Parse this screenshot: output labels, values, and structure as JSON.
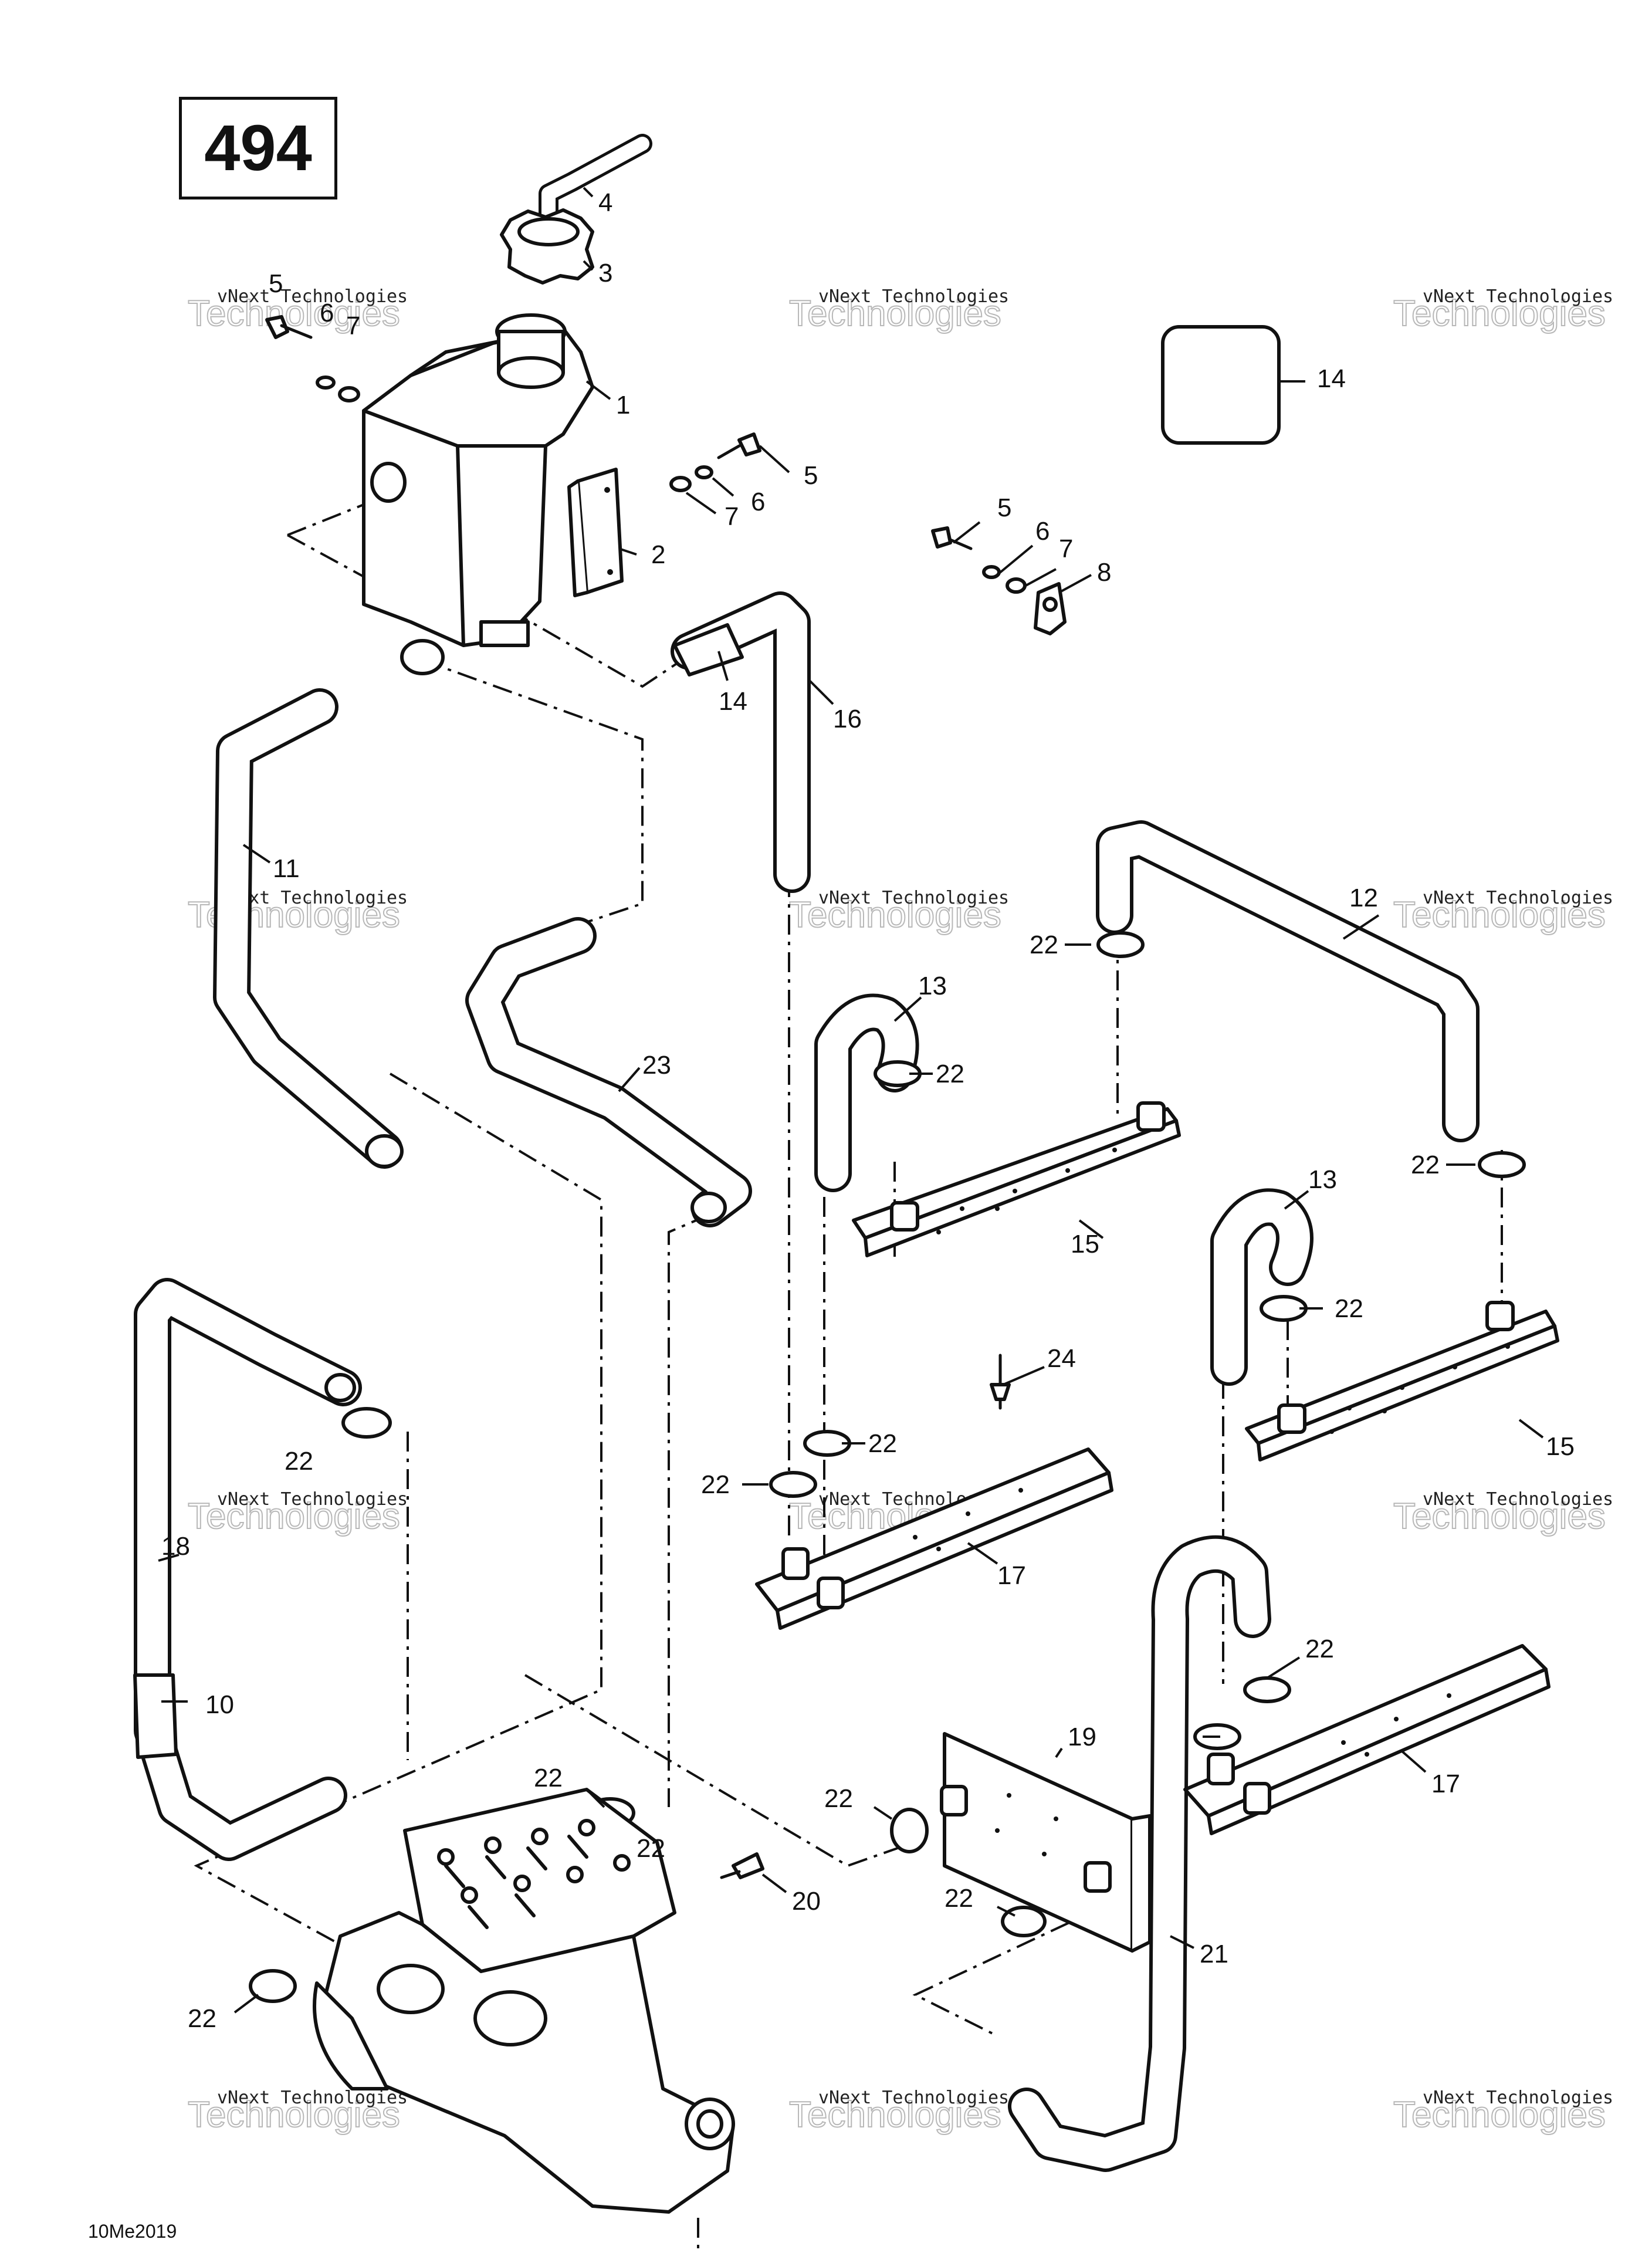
{
  "diagram_number": "494",
  "footer_code": "10Me2019",
  "watermark": {
    "line1": "vNext Technologies",
    "line2": "Technologies",
    "line3": "vNext"
  },
  "callouts": {
    "c1": "1",
    "c2": "2",
    "c3": "3",
    "c4": "4",
    "c5a": "5",
    "c5b": "5",
    "c5c": "5",
    "c6a": "6",
    "c6b": "6",
    "c6c": "6",
    "c7a": "7",
    "c7b": "7",
    "c7c": "7",
    "c8": "8",
    "c10": "10",
    "c11": "11",
    "c12": "12",
    "c13a": "13",
    "c13b": "13",
    "c14a": "14",
    "c14b": "14",
    "c15a": "15",
    "c15b": "15",
    "c16": "16",
    "c17a": "17",
    "c17b": "17",
    "c18": "18",
    "c19": "19",
    "c20": "20",
    "c21": "21",
    "c22a": "22",
    "c22b": "22",
    "c22c": "22",
    "c22d": "22",
    "c22e": "22",
    "c22f": "22",
    "c22g": "22",
    "c22h": "22",
    "c22i": "22",
    "c22j": "22",
    "c22k": "22",
    "c22l": "22",
    "c22m": "22",
    "c23": "23",
    "c24": "24"
  }
}
